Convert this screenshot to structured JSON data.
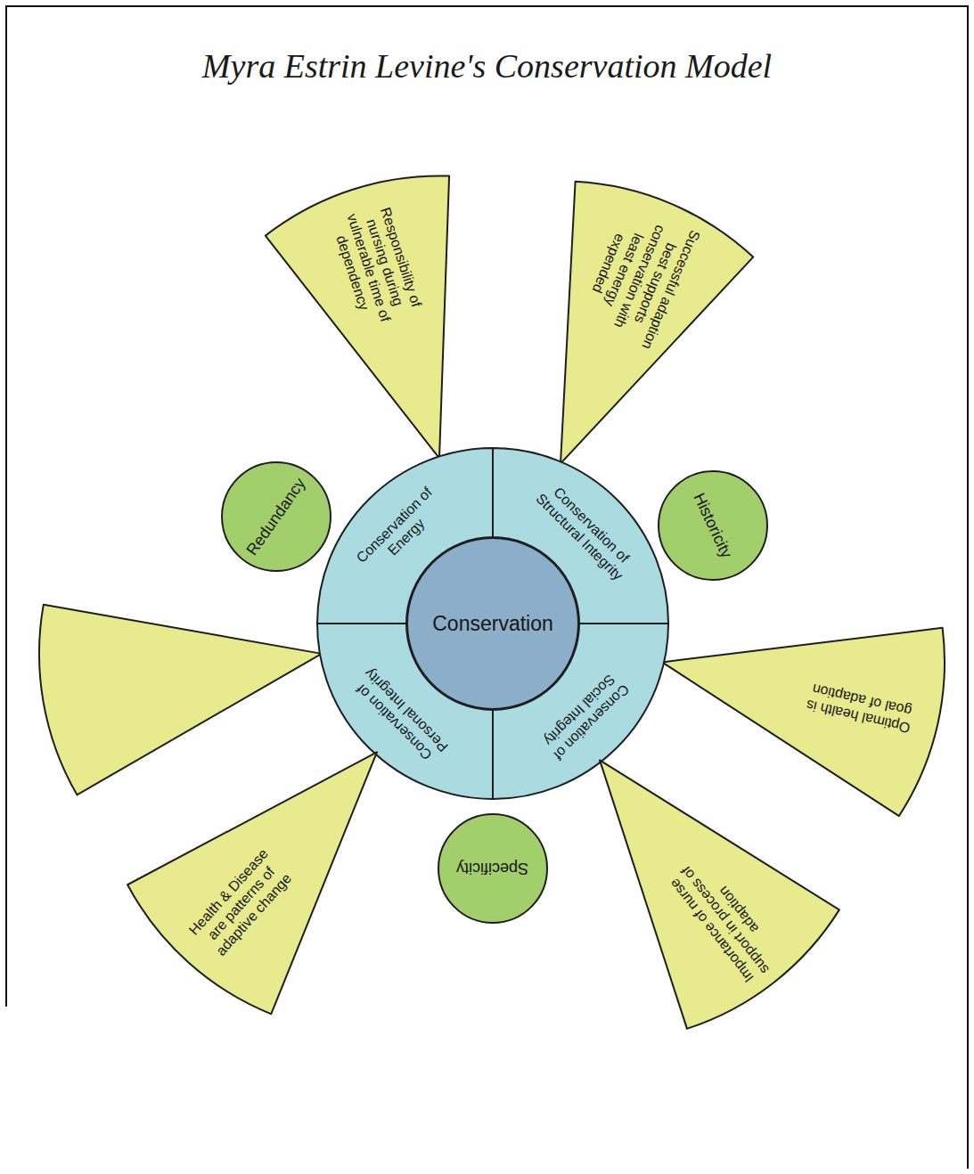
{
  "diagram": {
    "title": "Myra Estrin Levine's Conservation Model",
    "nodes": [
      {
        "text": [
          "Responsibility of nursing during vulnerable time of dependency"
        ]
      },
      {
        "text": [
          "Successful adaption best supports conservation with least energy expended"
        ]
      },
      {
        "text": [
          "Redundancy"
        ]
      },
      {
        "text": [
          "Historicity"
        ]
      },
      {
        "text": [
          "Conservation of Energy"
        ]
      },
      {
        "text": [
          "Conservation of Structural Integrity"
        ]
      },
      {
        "text": [
          "Conservation"
        ]
      },
      {
        "text": [
          "Optimal health is goal of adaption"
        ]
      },
      {
        "text": [
          "Conservation of Personal Integrity"
        ]
      },
      {
        "text": [
          "Conservation of Social Integrity"
        ]
      },
      {
        "text": [
          "Health & Disease are patterns of adaptive change"
        ]
      },
      {
        "text": [
          "Importance of nurse support in process of adaption"
        ]
      },
      {
        "text": [
          "Specificity"
        ]
      }
    ]
  }
}
